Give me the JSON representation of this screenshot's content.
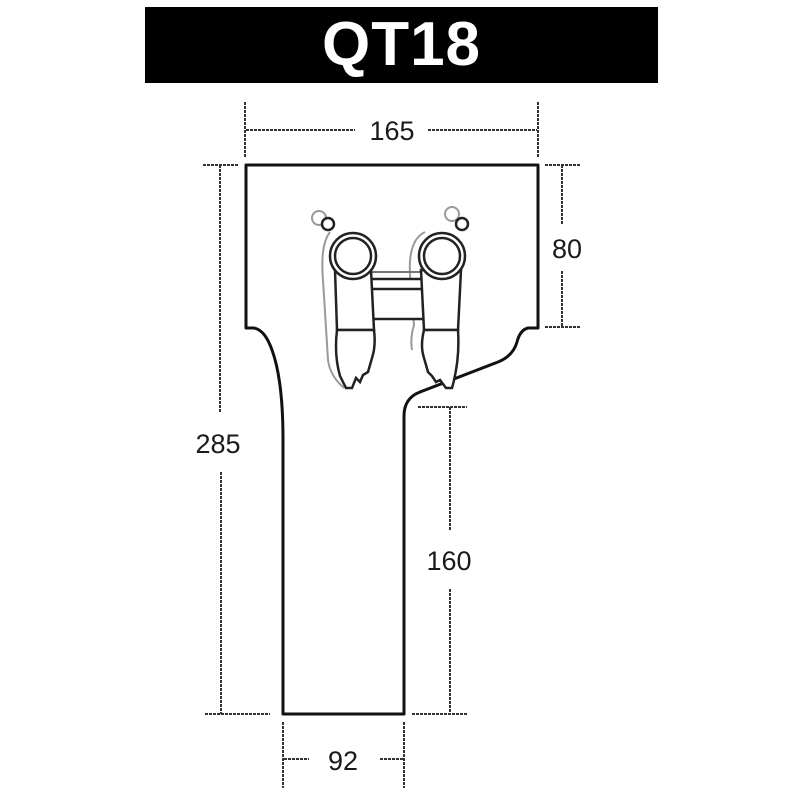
{
  "title": "QT18",
  "colors": {
    "title_background": "#000000",
    "title_text": "#ffffff",
    "line": "#111111",
    "background": "#ffffff"
  },
  "dimensions": {
    "top_width": "165",
    "top_section_height": "80",
    "total_height": "285",
    "lower_section_height": "160",
    "bottom_width": "92"
  },
  "figure": {
    "description": "two-arm glove port with connecting bar",
    "icon": "glove-ports-icon"
  }
}
